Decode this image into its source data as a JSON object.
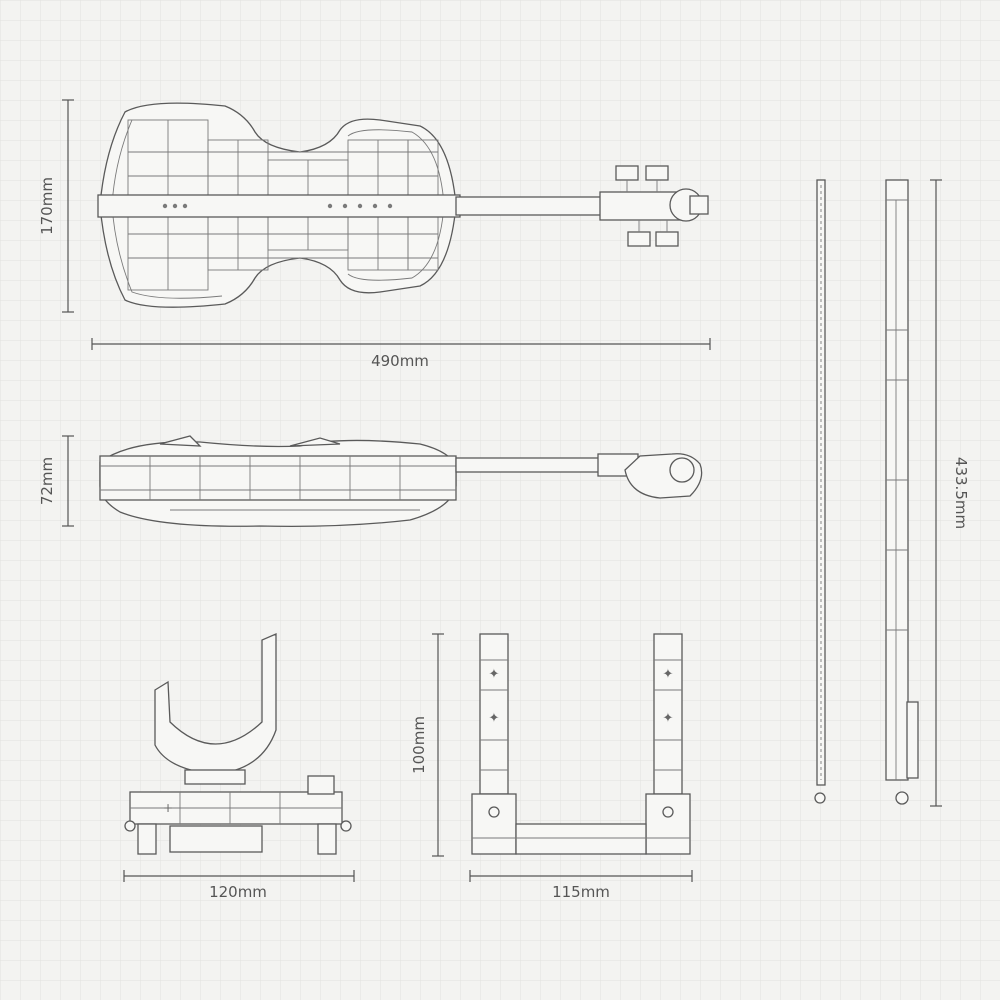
{
  "colors": {
    "background": "#f3f3f1",
    "grid": "#e2e2de",
    "ink": "#5a5a5a"
  },
  "dimensions": {
    "top_height": "170mm",
    "top_length": "490mm",
    "side_height": "72mm",
    "bow_length": "433.5mm",
    "stand_height": "100mm",
    "stand_side_width": "120mm",
    "stand_front_width": "115mm"
  }
}
